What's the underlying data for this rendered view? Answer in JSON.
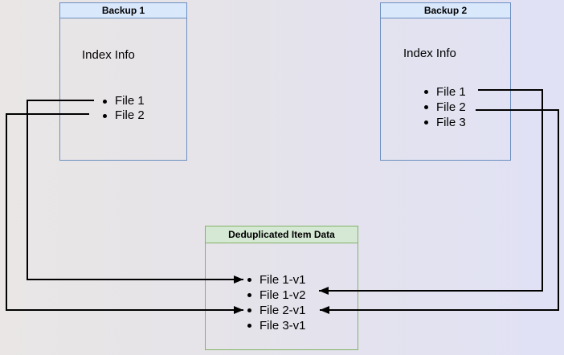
{
  "diagram": {
    "backup1": {
      "title": "Backup 1",
      "body_label": "Index Info",
      "items": [
        "File 1",
        "File 2"
      ]
    },
    "backup2": {
      "title": "Backup 2",
      "body_label": "Index Info",
      "items": [
        "File 1",
        "File 2",
        "File 3"
      ]
    },
    "dedup": {
      "title": "Deduplicated Item Data",
      "items": [
        "File 1-v1",
        "File 1-v2",
        "File 2-v1",
        "File 3-v1"
      ]
    },
    "edges": [
      {
        "from": "Backup 1 / File 1",
        "to": "Deduplicated Item Data / File 1-v1",
        "side": "left"
      },
      {
        "from": "Backup 1 / File 2",
        "to": "Deduplicated Item Data / File 2-v1",
        "side": "left"
      },
      {
        "from": "Backup 2 / File 1",
        "to": "Deduplicated Item Data / File 1-v2",
        "side": "right"
      },
      {
        "from": "Backup 2 / File 2",
        "to": "Deduplicated Item Data / File 2-v1",
        "side": "right"
      }
    ],
    "colors": {
      "blue_border": "#6c8ebf",
      "blue_title_fill": "#dae8fc",
      "green_border": "#82b366",
      "green_title_fill": "#d5e8d4",
      "connector": "#000000",
      "background_left": "#e9e6e5",
      "background_right": "#e0e1f5",
      "text": "#000000"
    }
  }
}
